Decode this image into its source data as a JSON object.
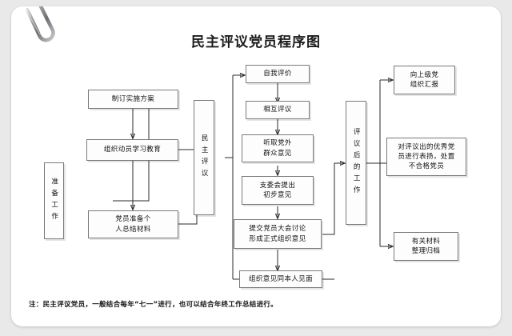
{
  "document": {
    "title": "民主评议党员程序图",
    "note": "注：民主评议党员，一般结合每年“七一”进行，也可以结合年终工作总结进行。",
    "paperclip_icon": "paperclip-icon"
  },
  "chart_data": {
    "type": "diagram",
    "title": "民主评议党员程序图",
    "stages": [
      {
        "id": "stage-prep",
        "label": "准备工作",
        "orientation": "vertical"
      },
      {
        "id": "stage-review",
        "label": "民主评议",
        "orientation": "vertical"
      },
      {
        "id": "stage-after",
        "label": "评议后的工作",
        "orientation": "vertical"
      }
    ],
    "nodes": [
      {
        "id": "n1",
        "label": "制订实施方案",
        "stage": "stage-prep"
      },
      {
        "id": "n2",
        "label": "组织动员学习教育",
        "stage": "stage-prep"
      },
      {
        "id": "n3",
        "label": "党员准备个人总结材料",
        "stage": "stage-prep"
      },
      {
        "id": "n4",
        "label": "自我评价",
        "stage": "stage-review"
      },
      {
        "id": "n5",
        "label": "相互评议",
        "stage": "stage-review"
      },
      {
        "id": "n6",
        "label": "听取党外群众意见",
        "stage": "stage-review"
      },
      {
        "id": "n7",
        "label": "支委会提出初步意见",
        "stage": "stage-review"
      },
      {
        "id": "n8",
        "label": "提交党员大会讨论形成正式组织意见",
        "stage": "stage-review"
      },
      {
        "id": "n9",
        "label": "组织意见同本人见面",
        "stage": "stage-review"
      },
      {
        "id": "n10",
        "label": "向上级党组织汇报",
        "stage": "stage-after"
      },
      {
        "id": "n11",
        "label": "对评议出的优秀党员进行表扬，处置不合格党员",
        "stage": "stage-after"
      },
      {
        "id": "n12",
        "label": "有关材料整理归档",
        "stage": "stage-after"
      }
    ],
    "edges": [
      {
        "from": "stage-prep",
        "to": "n1"
      },
      {
        "from": "n1",
        "to": "n2"
      },
      {
        "from": "n2",
        "to": "n3"
      },
      {
        "from": "n3",
        "to": "stage-review"
      },
      {
        "from": "n2",
        "to": "stage-review"
      },
      {
        "from": "stage-review",
        "to": "n4"
      },
      {
        "from": "n4",
        "to": "n5"
      },
      {
        "from": "n5",
        "to": "n6"
      },
      {
        "from": "n6",
        "to": "n7"
      },
      {
        "from": "n7",
        "to": "n8"
      },
      {
        "from": "n8",
        "to": "n9"
      },
      {
        "from": "stage-review",
        "to": "n9"
      },
      {
        "from": "n8",
        "to": "stage-after"
      },
      {
        "from": "n9",
        "to": "stage-after"
      },
      {
        "from": "stage-after",
        "to": "n10"
      },
      {
        "from": "stage-after",
        "to": "n11"
      },
      {
        "from": "stage-after",
        "to": "n12"
      }
    ]
  },
  "boxes": {
    "prep": "准备工作",
    "review": "民主评议",
    "after": "评议后的工作",
    "plan": "制订实施方案",
    "mobilize": "组织动员学习教育",
    "materials_l1": "党员准备个",
    "materials_l2": "人总结材料",
    "self_eval": "自我评价",
    "mutual": "相互评议",
    "outside_l1": "听取党外",
    "outside_l2": "群众意见",
    "branch_l1": "支委会提出",
    "branch_l2": "初步意见",
    "assembly_l1": "提交党员大会讨论",
    "assembly_l2": "形成正式组织意见",
    "meet": "组织意见同本人见面",
    "report_l1": "向上级党",
    "report_l2": "组织汇报",
    "praise_l1": "对评议出的优秀党",
    "praise_l2": "员进行表扬，处置",
    "praise_l3": "不合格党员",
    "archive_l1": "有关材料",
    "archive_l2": "整理归档"
  }
}
